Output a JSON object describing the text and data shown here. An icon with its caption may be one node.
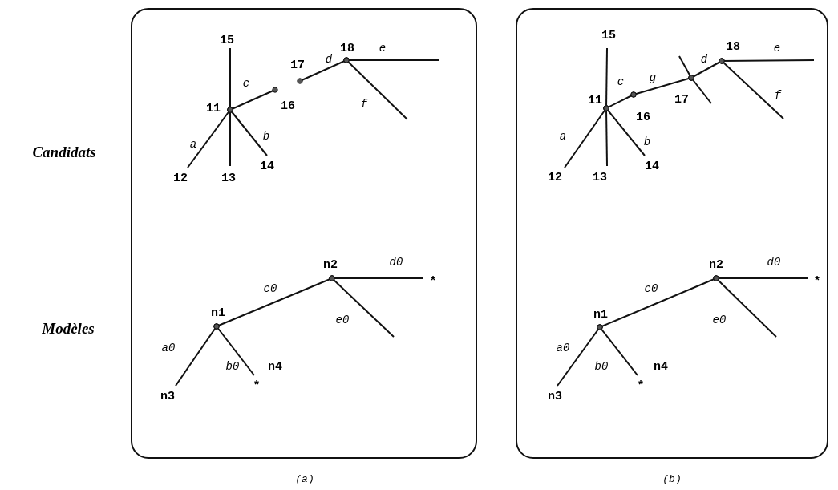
{
  "diagram": {
    "nodes": [
      {
        "text": [],
        "shape": "box"
      },
      {
        "text": [
          "15"
        ],
        "in": 0
      },
      {
        "text": [
          "18"
        ],
        "in": 0
      },
      {
        "text": [
          "17"
        ],
        "in": 0
      },
      {
        "text": [
          "11"
        ],
        "in": 0
      },
      {
        "text": [
          "16"
        ],
        "in": 0
      },
      {
        "text": [
          "14"
        ],
        "in": 0
      },
      {
        "text": [
          "12"
        ],
        "in": 0
      },
      {
        "text": [
          "13"
        ],
        "in": 0
      },
      {
        "text": [
          "n2"
        ],
        "in": 0
      },
      {
        "text": [
          "*"
        ],
        "in": 0
      },
      {
        "text": [
          "n1"
        ],
        "in": 0
      },
      {
        "text": [
          "*"
        ],
        "beside": [
          "n4"
        ],
        "in": 0
      },
      {
        "text": [
          "n3"
        ],
        "in": 0
      },
      {
        "text": [],
        "shape": "box"
      },
      {
        "text": [
          "15"
        ],
        "in": 14
      },
      {
        "text": [
          "18"
        ],
        "in": 14
      },
      {
        "text": [
          "11"
        ],
        "in": 14
      },
      {
        "text": [
          "17"
        ],
        "in": 14
      },
      {
        "text": [
          "16"
        ],
        "in": 14
      },
      {
        "text": [
          "14"
        ],
        "in": 14
      },
      {
        "text": [
          "12"
        ],
        "in": 14
      },
      {
        "text": [
          "13"
        ],
        "in": 14
      },
      {
        "text": [
          "n2"
        ],
        "in": 14
      },
      {
        "text": [
          "*"
        ],
        "in": 14
      },
      {
        "text": [
          "n1"
        ],
        "in": 14
      },
      {
        "text": [
          "*"
        ],
        "beside": [
          "n4"
        ],
        "in": 14
      },
      {
        "text": [
          "n3"
        ],
        "in": 14
      }
    ],
    "edges": [
      {
        "from": 4,
        "to": 7,
        "arrow": "other",
        "label": "a"
      },
      {
        "from": 4,
        "to": 8,
        "arrow": "other"
      },
      {
        "from": 4,
        "to": 6,
        "arrow": "other",
        "label": "b"
      },
      {
        "from": 4,
        "to": 1,
        "arrow": "other"
      },
      {
        "from": 4,
        "to": 5,
        "arrow": "other",
        "label": "c"
      },
      {
        "from": 3,
        "to": 2,
        "arrow": "other",
        "label": "d"
      },
      {
        "from": 2,
        "to": null,
        "arrow": "other",
        "label": "e"
      },
      {
        "from": 2,
        "to": null,
        "arrow": "other",
        "label": "f"
      },
      {
        "from": 11,
        "to": 13,
        "arrow": "other",
        "label": "a0"
      },
      {
        "from": 11,
        "to": 12,
        "arrow": "other",
        "label": "b0"
      },
      {
        "from": 11,
        "to": 9,
        "arrow": "other",
        "label": "c0"
      },
      {
        "from": 9,
        "to": 10,
        "arrow": "other",
        "label": "d0"
      },
      {
        "from": 9,
        "to": null,
        "arrow": "other",
        "label": "e0"
      },
      {
        "from": 17,
        "to": 21,
        "arrow": "other",
        "label": "a"
      },
      {
        "from": 17,
        "to": 22,
        "arrow": "other"
      },
      {
        "from": 17,
        "to": 20,
        "arrow": "other",
        "label": "b"
      },
      {
        "from": 17,
        "to": 15,
        "arrow": "other"
      },
      {
        "from": 17,
        "to": 19,
        "arrow": "other",
        "label": "c"
      },
      {
        "from": 19,
        "to": 18,
        "arrow": "other",
        "label": "g"
      },
      {
        "from": 18,
        "to": 16,
        "arrow": "other",
        "label": "d"
      },
      {
        "from": 16,
        "to": null,
        "arrow": "other",
        "label": "e"
      },
      {
        "from": 16,
        "to": null,
        "arrow": "other",
        "label": "f"
      },
      {
        "from": 18,
        "to": null,
        "arrow": "other"
      },
      {
        "from": 18,
        "to": null,
        "arrow": "other"
      },
      {
        "from": 25,
        "to": 27,
        "arrow": "other",
        "label": "a0"
      },
      {
        "from": 25,
        "to": 26,
        "arrow": "other",
        "label": "b0"
      },
      {
        "from": 25,
        "to": 23,
        "arrow": "other",
        "label": "c0"
      },
      {
        "from": 23,
        "to": 24,
        "arrow": "other",
        "label": "d0"
      },
      {
        "from": 23,
        "to": null,
        "arrow": "other",
        "label": "e0"
      }
    ],
    "labels": [
      "Candidats",
      "Modèles",
      "(a)",
      "(b)"
    ]
  }
}
